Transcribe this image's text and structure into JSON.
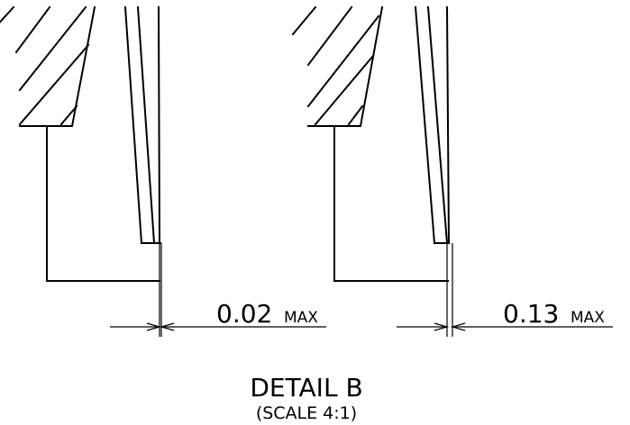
{
  "detail": {
    "title": "DETAIL B",
    "scale": "(SCALE 4:1)"
  },
  "left_view": {
    "dimension_value": "0.02",
    "dimension_suffix": "MAX"
  },
  "right_view": {
    "dimension_value": "0.13",
    "dimension_suffix": "MAX"
  }
}
